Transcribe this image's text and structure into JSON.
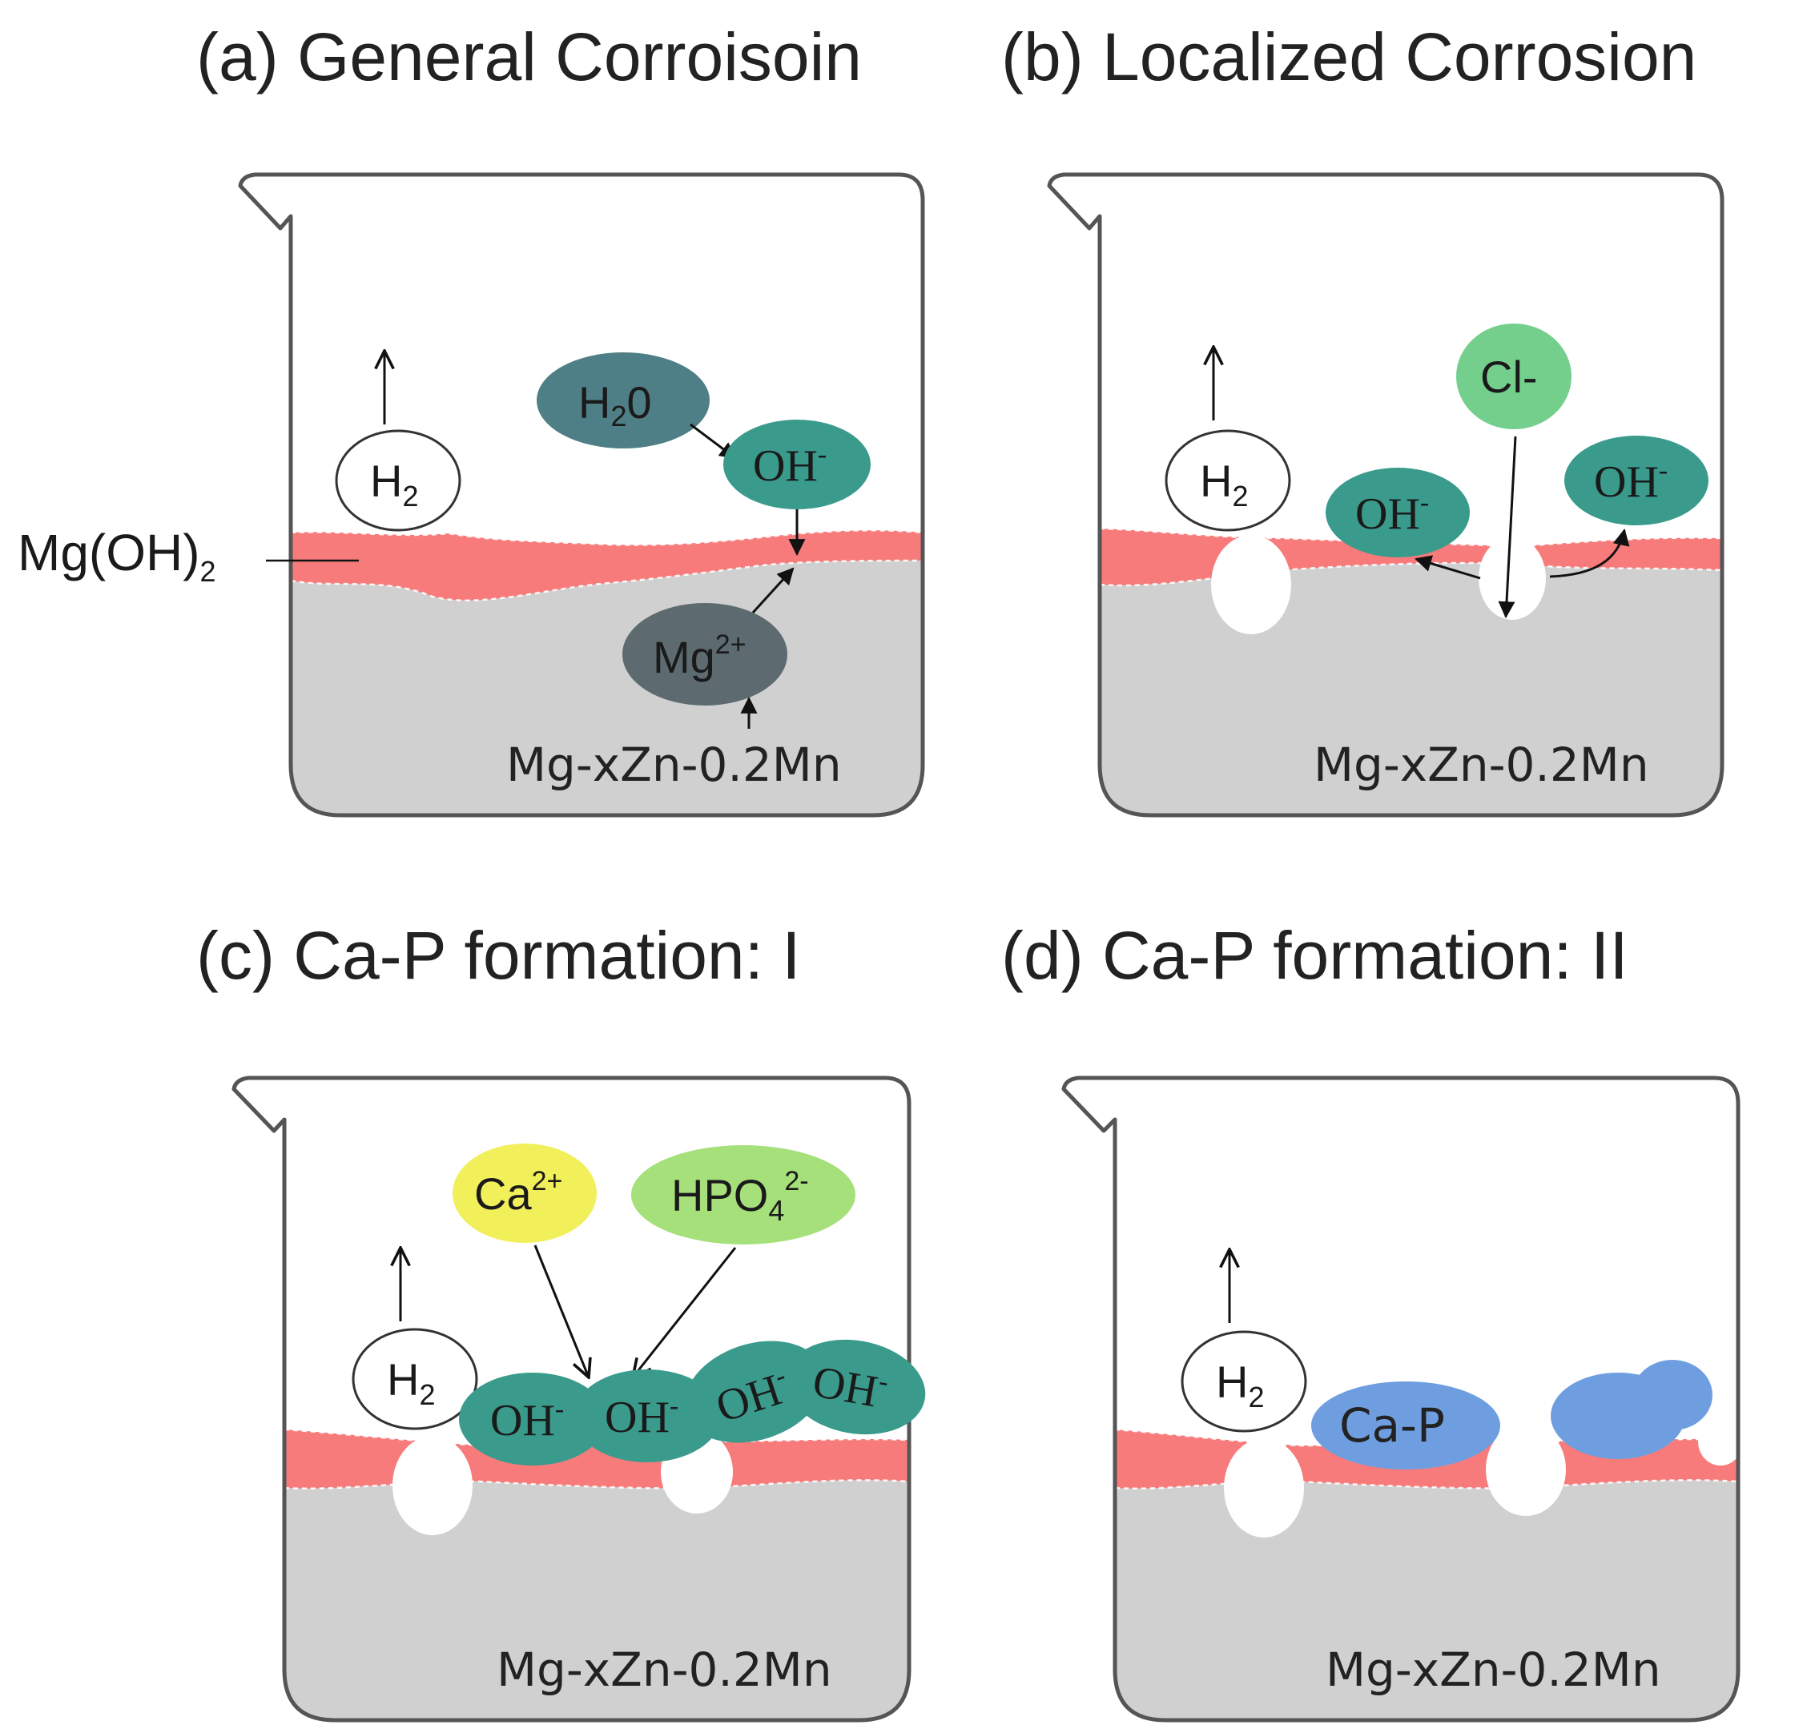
{
  "panels": {
    "a": {
      "title": "(a) General Corroisoin",
      "alloy": "Mg-xZn-0.2Mn",
      "h2_base": "H",
      "h2_sub": "2",
      "water_base": "H",
      "water_sub": "2",
      "water_tail": "0",
      "oh_base": "OH",
      "oh_sup": "-",
      "mg_base": "Mg",
      "mg_sup": "2+",
      "film_label_base": "Mg(OH)",
      "film_label_sub": "2"
    },
    "b": {
      "title": "(b) Localized Corrosion",
      "alloy": "Mg-xZn-0.2Mn",
      "h2_base": "H",
      "h2_sub": "2",
      "cl": "Cl-",
      "oh_base": "OH",
      "oh_sup": "-"
    },
    "c": {
      "title": "(c) Ca-P formation: I",
      "alloy": "Mg-xZn-0.2Mn",
      "h2_base": "H",
      "h2_sub": "2",
      "ca_base": "Ca",
      "ca_sup": "2+",
      "hpo_base": "HPO",
      "hpo_sub": "4",
      "hpo_sup": "2-",
      "oh_base": "OH",
      "oh_sup": "-"
    },
    "d": {
      "title": "(d) Ca-P formation: II",
      "alloy": "Mg-xZn-0.2Mn",
      "h2_base": "H",
      "h2_sub": "2",
      "cap": "Ca-P"
    }
  },
  "colors": {
    "metal": "#d0d0d0",
    "film": "#f77b7b",
    "water": "#4f7f86",
    "hydroxide": "#3a9b8c",
    "magnesium": "#5d6a70",
    "chloride": "#74cf8c",
    "calcium": "#f1ef5a",
    "phosphate": "#a6e07a",
    "calcium_phosphate": "#6f9ee0"
  }
}
